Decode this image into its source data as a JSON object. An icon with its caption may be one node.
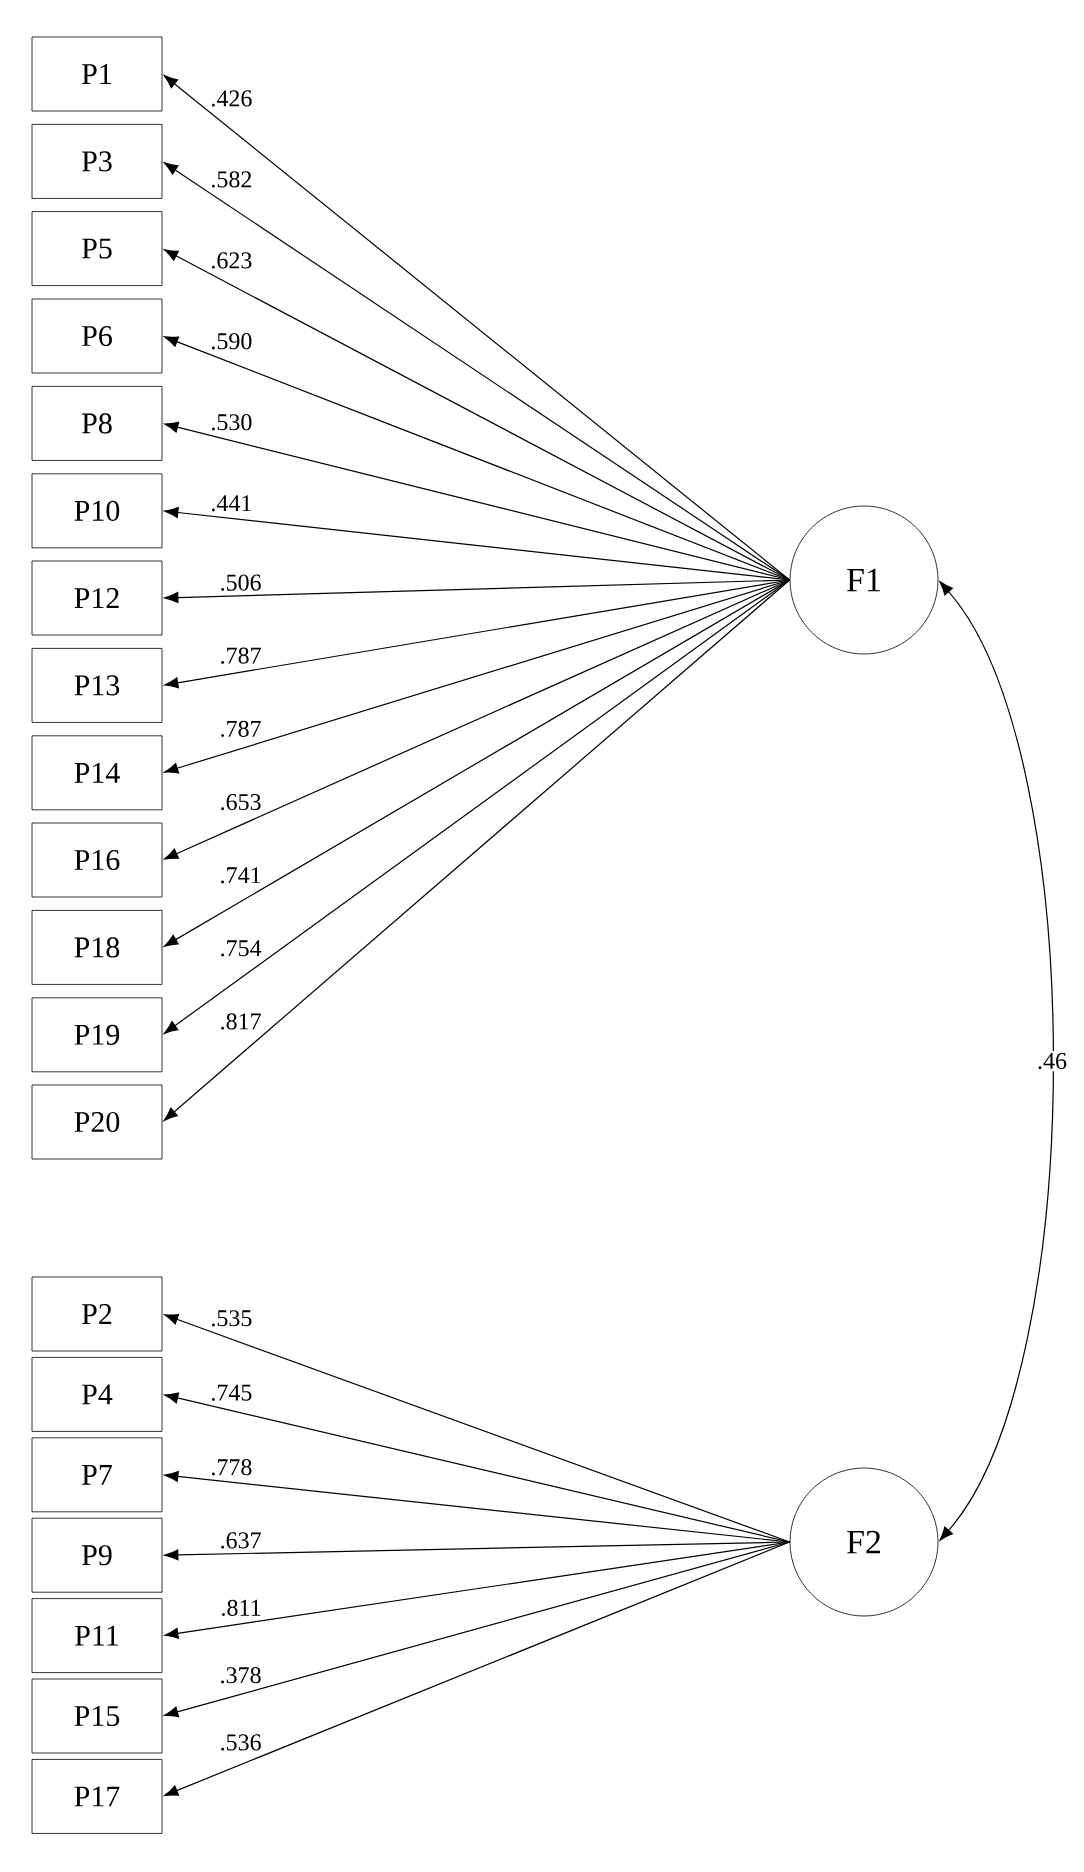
{
  "diagram": {
    "nodes": [
      {
        "text": [
          "P1"
        ]
      },
      {
        "text": [
          "P3"
        ]
      },
      {
        "text": [
          "P5"
        ]
      },
      {
        "text": [
          "P6"
        ]
      },
      {
        "text": [
          "P8"
        ]
      },
      {
        "text": [
          "P10"
        ]
      },
      {
        "text": [
          "P12"
        ]
      },
      {
        "text": [
          "P13"
        ]
      },
      {
        "text": [
          "P14"
        ]
      },
      {
        "text": [
          "P16"
        ]
      },
      {
        "text": [
          "P18"
        ]
      },
      {
        "text": [
          "P19"
        ]
      },
      {
        "text": [
          "P20"
        ]
      },
      {
        "text": [
          "F1"
        ]
      },
      {
        "text": [
          "P2"
        ]
      },
      {
        "text": [
          "P4"
        ]
      },
      {
        "text": [
          "P7"
        ]
      },
      {
        "text": [
          "P9"
        ]
      },
      {
        "text": [
          "P11"
        ]
      },
      {
        "text": [
          "P15"
        ]
      },
      {
        "text": [
          "P17"
        ]
      },
      {
        "text": [
          "F2"
        ]
      }
    ],
    "edges": [
      {
        "from": 13,
        "to": 0,
        "arrow": "to",
        "label": ".426"
      },
      {
        "from": 13,
        "to": 1,
        "arrow": "to",
        "label": ".582"
      },
      {
        "from": 13,
        "to": 2,
        "arrow": "to",
        "label": ".623"
      },
      {
        "from": 13,
        "to": 3,
        "arrow": "to",
        "label": ".590"
      },
      {
        "from": 13,
        "to": 4,
        "arrow": "to",
        "label": ".530"
      },
      {
        "from": 13,
        "to": 5,
        "arrow": "to",
        "label": ".441"
      },
      {
        "from": 13,
        "to": 6,
        "arrow": "to",
        "label": ".506"
      },
      {
        "from": 13,
        "to": 7,
        "arrow": "to",
        "label": ".787"
      },
      {
        "from": 13,
        "to": 8,
        "arrow": "to",
        "label": ".787"
      },
      {
        "from": 13,
        "to": 9,
        "arrow": "to",
        "label": ".653"
      },
      {
        "from": 13,
        "to": 10,
        "arrow": "to",
        "label": ".741"
      },
      {
        "from": 13,
        "to": 11,
        "arrow": "to",
        "label": ".754"
      },
      {
        "from": 13,
        "to": 12,
        "arrow": "to",
        "label": ".817"
      },
      {
        "from": 21,
        "to": 14,
        "arrow": "to",
        "label": ".535"
      },
      {
        "from": 21,
        "to": 15,
        "arrow": "to",
        "label": ".745"
      },
      {
        "from": 21,
        "to": 16,
        "arrow": "to",
        "label": ".778"
      },
      {
        "from": 21,
        "to": 17,
        "arrow": "to",
        "label": ".637"
      },
      {
        "from": 21,
        "to": 18,
        "arrow": "to",
        "label": ".811"
      },
      {
        "from": 21,
        "to": 19,
        "arrow": "to",
        "label": ".378"
      },
      {
        "from": 21,
        "to": 20,
        "arrow": "to",
        "label": ".536"
      },
      {
        "from": 21,
        "to": 13,
        "arrow": "both",
        "label": ".46"
      }
    ]
  }
}
